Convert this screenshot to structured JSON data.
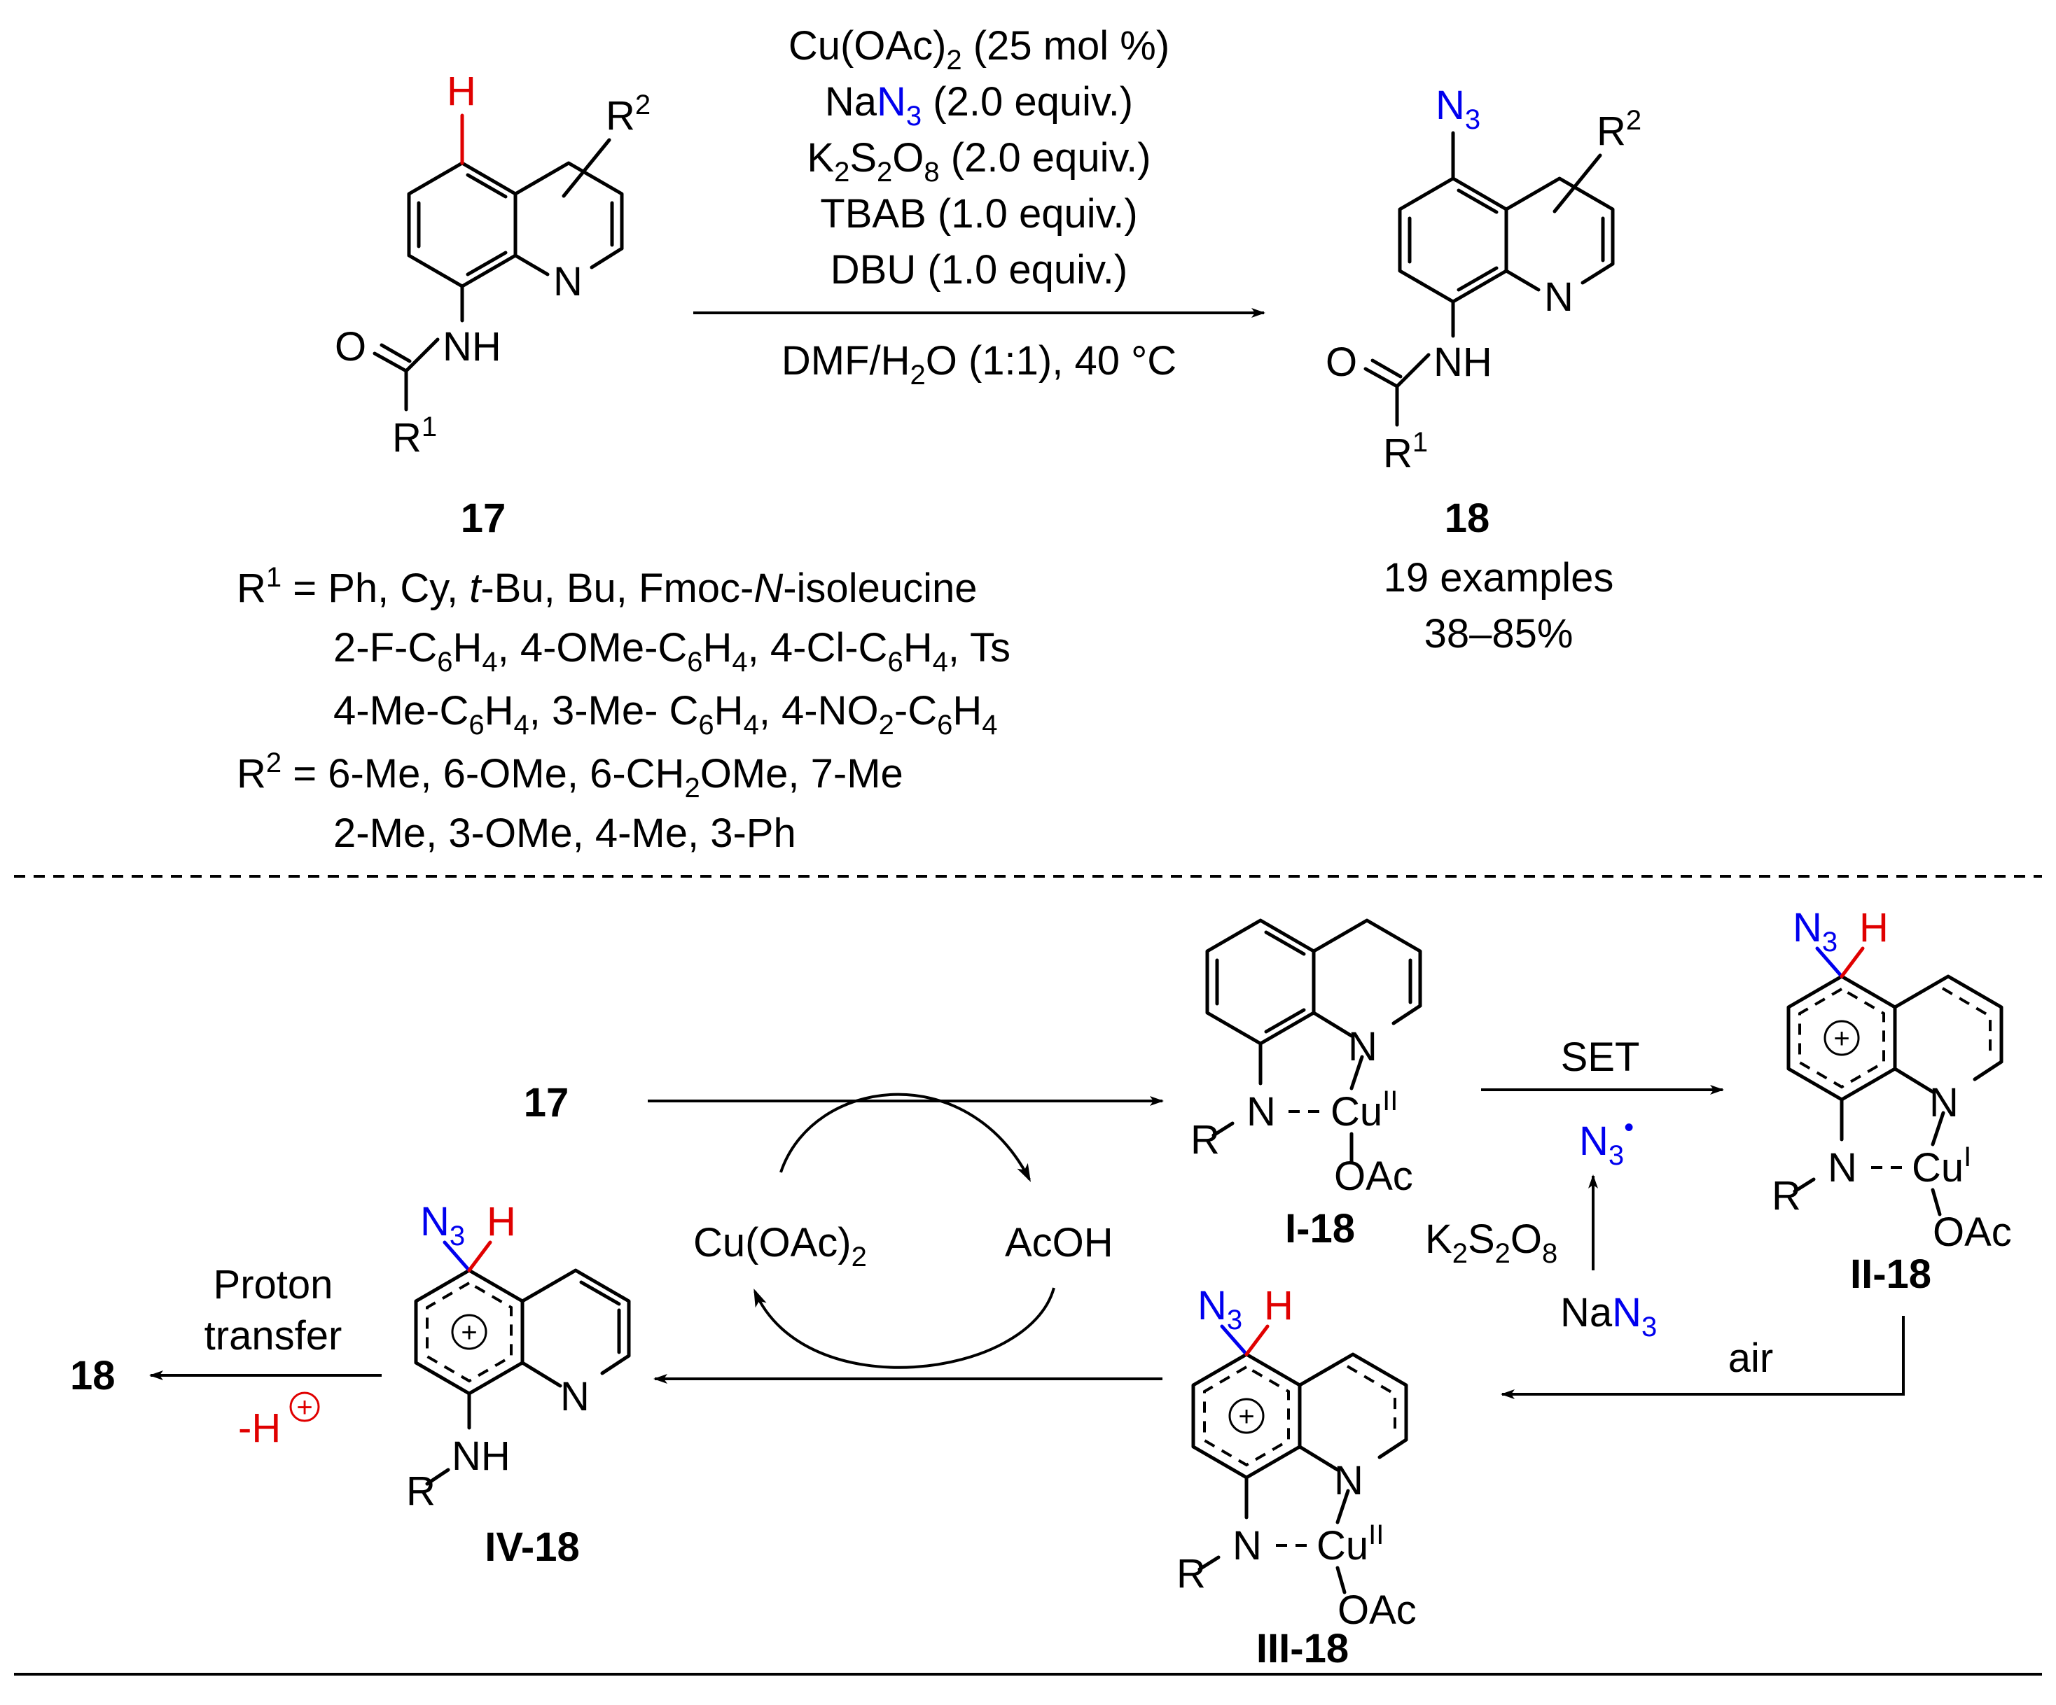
{
  "colors": {
    "hydrogen": "#e00000",
    "azide": "#0000ee",
    "ink": "#000000"
  },
  "reaction": {
    "conditions": {
      "line1": "Cu(OAc)",
      "line1_sub": "2",
      "line1_tail": " (25 mol %)",
      "line2_a": "Na",
      "line2_b": "N",
      "line2_sub": "3",
      "line2_tail": " (2.0 equiv.)",
      "line3_a": "K",
      "line3_s1": "2",
      "line3_b": "S",
      "line3_s2": "2",
      "line3_c": "O",
      "line3_s3": "8",
      "line3_tail": " (2.0 equiv.)",
      "line4": "TBAB (1.0 equiv.)",
      "line5": "DBU (1.0 equiv.)",
      "below_a": "DMF/H",
      "below_sub": "2",
      "below_tail": "O (1:1), 40 °C"
    },
    "reactant": {
      "number": "17",
      "h_label": "H",
      "r2": "R",
      "r2_sup": "2",
      "n": "N",
      "o": "O",
      "nh": "NH",
      "r1": "R",
      "r1_sup": "1"
    },
    "product": {
      "number": "18",
      "n3": "N",
      "n3_sub": "3",
      "r2": "R",
      "r2_sup": "2",
      "n": "N",
      "o": "O",
      "nh": "NH",
      "r1": "R",
      "r1_sup": "1",
      "examples": "19 examples",
      "yield": "38–85%"
    },
    "substituents": {
      "r1_a": "R",
      "r1_sup": "1",
      "r1_line1": " = Ph, Cy, ",
      "r1_tbu": "t",
      "r1_line1b": "-Bu, Bu, Fmoc-",
      "r1_n": "N",
      "r1_line1c": "-isoleucine",
      "r1_line2": "2-F-C",
      "r1_line2_s1": "6",
      "r1_line2_h": "H",
      "r1_line2_s2": "4",
      "r1_line2b": ", 4-OMe-C",
      "r1_line2_s3": "6",
      "r1_line2_h2": "H",
      "r1_line2_s4": "4",
      "r1_line2c": ", 4-Cl-C",
      "r1_line2_s5": "6",
      "r1_line2_h3": "H",
      "r1_line2_s6": "4",
      "r1_line2d": ", Ts",
      "r1_line3": "4-Me-C",
      "r1_line3_s1": "6",
      "r1_line3_h": "H",
      "r1_line3_s2": "4",
      "r1_line3b": ", 3-Me- C",
      "r1_line3_s3": "6",
      "r1_line3_h2": "H",
      "r1_line3_s4": "4",
      "r1_line3c": ", 4-NO",
      "r1_line3_s5": "2",
      "r1_line3d": "-C",
      "r1_line3_s6": "6",
      "r1_line3_h3": "H",
      "r1_line3_s7": "4",
      "r2_a": "R",
      "r2_sup": "2",
      "r2_line1": " = 6-Me, 6-OMe, 6-CH",
      "r2_line1_sub": "2",
      "r2_line1b": "OMe, 7-Me",
      "r2_line2": "2-Me, 3-OMe, 4-Me, 3-Ph"
    }
  },
  "mechanism": {
    "start": "17",
    "cycle_left": "Cu(OAc)",
    "cycle_left_sub": "2",
    "cycle_right": "AcOH",
    "set_label": "SET",
    "radical": "N",
    "radical_sub": "3",
    "radical_dot": "•",
    "oxidant_a": "K",
    "oxidant_s1": "2",
    "oxidant_b": "S",
    "oxidant_s2": "2",
    "oxidant_c": "O",
    "oxidant_s3": "8",
    "azide_a": "Na",
    "azide_b": "N",
    "azide_sub": "3",
    "air_label": "air",
    "proton_1": "Proton",
    "proton_2": "transfer",
    "minus_h": "-H",
    "final_product": "18",
    "plus": "+",
    "intermediates": [
      {
        "id": "I-18",
        "n": "N",
        "amide_n": "N",
        "r": "R",
        "cu": "Cu",
        "cu_ox": "II",
        "oac": "OAc"
      },
      {
        "id": "II-18",
        "n3": "N",
        "n3_sub": "3",
        "h": "H",
        "n": "N",
        "amide_n": "N",
        "r": "R",
        "cu": "Cu",
        "cu_ox": "I",
        "oac": "OAc"
      },
      {
        "id": "III-18",
        "n3": "N",
        "n3_sub": "3",
        "h": "H",
        "n": "N",
        "amide_n": "N",
        "r": "R",
        "cu": "Cu",
        "cu_ox": "II",
        "oac": "OAc"
      },
      {
        "id": "IV-18",
        "n3": "N",
        "n3_sub": "3",
        "h": "H",
        "n": "N",
        "nh": "NH",
        "r": "R"
      }
    ]
  }
}
